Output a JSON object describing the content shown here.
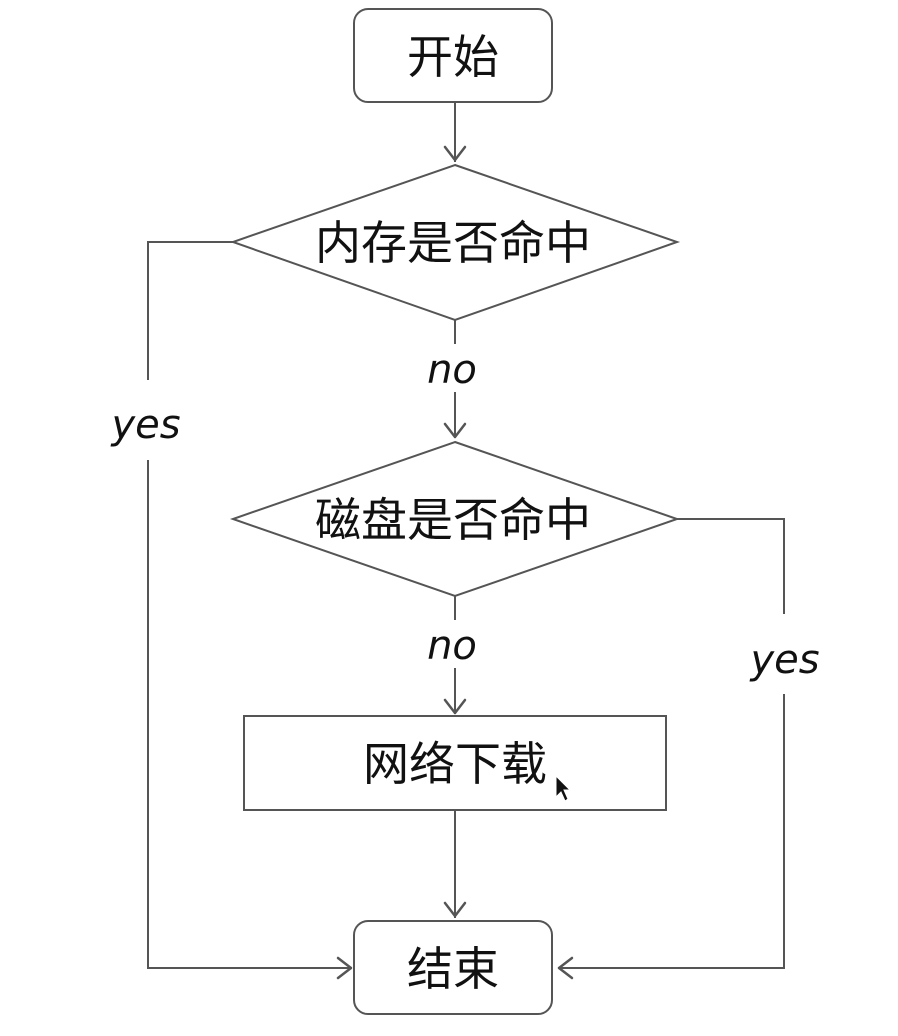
{
  "nodes": {
    "start": "开始",
    "memory_check": "内存是否命中",
    "disk_check": "磁盘是否命中",
    "network_download": "网络下载",
    "end": "结束"
  },
  "edges": {
    "memory_no": "no",
    "memory_yes": "yes",
    "disk_no": "no",
    "disk_yes": "yes"
  },
  "colors": {
    "stroke": "#555555",
    "text": "#111111",
    "background": "#ffffff"
  }
}
